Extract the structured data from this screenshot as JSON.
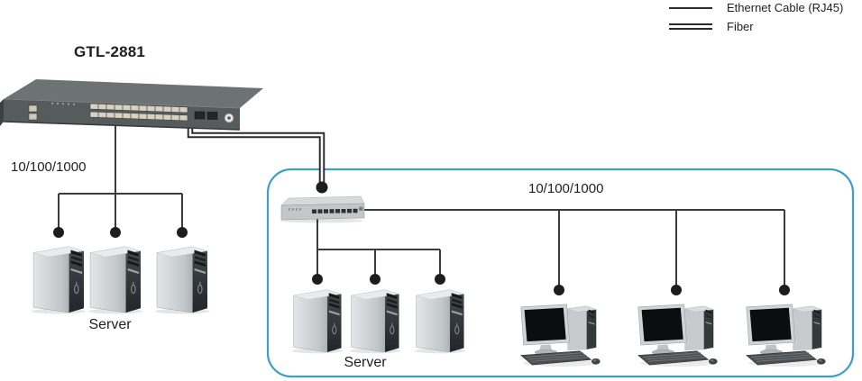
{
  "legend": {
    "items": [
      {
        "id": "ethernet",
        "line_style": "single",
        "label": "Ethernet Cable (RJ45)"
      },
      {
        "id": "fiber",
        "line_style": "double",
        "label": "Fiber"
      }
    ]
  },
  "diagram": {
    "core_switch": {
      "model": "GTL-2881"
    },
    "core_link_speed_label": "10/100/1000",
    "core_servers": {
      "caption": "Server",
      "count": 3
    },
    "edge": {
      "link_speed_label": "10/100/1000",
      "servers": {
        "caption": "Server",
        "count": 3
      },
      "workstations": {
        "count": 3
      }
    }
  },
  "colors": {
    "cable": "#3b3b3b",
    "fiber_cable": "#2b2b2b",
    "node_dot": "#1d1d1d",
    "lan_box_border": "#3d9fc8",
    "text": "#1f1f1f"
  }
}
